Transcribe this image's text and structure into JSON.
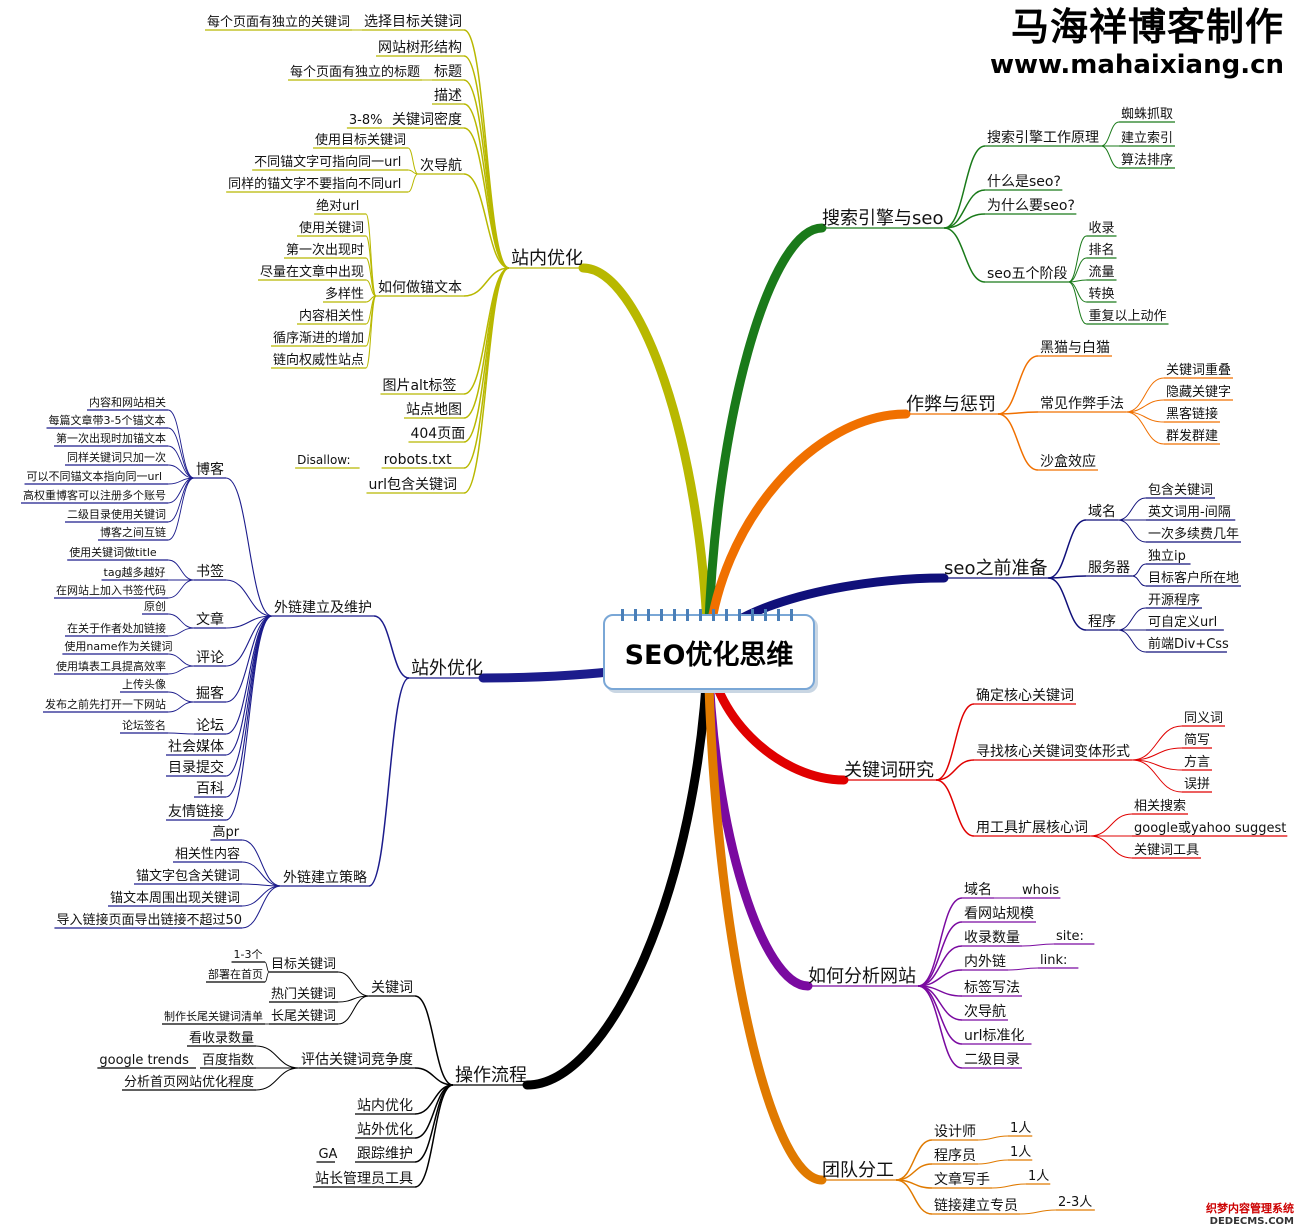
{
  "brand": {
    "title": "马海祥博客制作",
    "url": "www.mahaixiang.cn"
  },
  "center_title": "SEO优化思维",
  "watermark": {
    "cn": "织梦内容管理系统",
    "url": "DEDECMS.COM"
  },
  "colors": {
    "onpage": "#b8b800",
    "offpage": "#1c1c8c",
    "process": "#000000",
    "engine": "#1a7a1a",
    "cheat": "#f07000",
    "prep": "#10107a",
    "keyword": "#e00000",
    "analyze": "#7a0aa0",
    "team": "#e07a00"
  },
  "branches": {
    "onpage": {
      "label": "站内优化",
      "children": [
        {
          "label": "选择目标关键词",
          "children": [
            "每个页面有独立的关键词"
          ]
        },
        {
          "label": "网站树形结构"
        },
        {
          "label": "标题",
          "children": [
            "每个页面有独立的标题"
          ]
        },
        {
          "label": "描述"
        },
        {
          "label": "关键词密度",
          "children": [
            "3-8%"
          ]
        },
        {
          "label": "次导航",
          "children": [
            "使用目标关键词",
            "不同锚文字可指向同一url",
            "同样的锚文字不要指向不同url"
          ]
        },
        {
          "label": "如何做锚文本",
          "children": [
            "绝对url",
            "使用关键词",
            "第一次出现时",
            "尽量在文章中出现",
            "多样性",
            "内容相关性",
            "循序渐进的增加",
            "链向权威性站点"
          ]
        },
        {
          "label": "图片alt标签"
        },
        {
          "label": "站点地图"
        },
        {
          "label": "404页面"
        },
        {
          "label": "robots.txt",
          "children": [
            "Disallow:"
          ]
        },
        {
          "label": "url包含关键词"
        }
      ]
    },
    "offpage": {
      "label": "站外优化",
      "children": [
        {
          "label": "外链建立及维护",
          "children": [
            {
              "label": "博客",
              "children": [
                "内容和网站相关",
                "每篇文章带3-5个锚文本",
                "第一次出现时加锚文本",
                "同样关键词只加一次",
                "可以不同锚文本指向同一url",
                "高权重博客可以注册多个账号",
                "二级目录使用关键词",
                "博客之间互链"
              ]
            },
            {
              "label": "书签",
              "children": [
                "使用关键词做title",
                "tag越多越好",
                "在网站上加入书签代码"
              ]
            },
            {
              "label": "文章",
              "children": [
                "原创",
                "在关于作者处加链接"
              ]
            },
            {
              "label": "评论",
              "children": [
                "使用name作为关键词",
                "使用填表工具提高效率"
              ]
            },
            {
              "label": "掘客",
              "children": [
                "上传头像",
                "发布之前先打开一下网站"
              ]
            },
            {
              "label": "论坛",
              "children": [
                "论坛签名"
              ]
            },
            {
              "label": "社会媒体"
            },
            {
              "label": "目录提交"
            },
            {
              "label": "百科"
            },
            {
              "label": "友情链接"
            }
          ]
        },
        {
          "label": "外链建立策略",
          "children": [
            "高pr",
            "相关性内容",
            "锚文字包含关键词",
            "锚文本周围出现关键词",
            "导入链接页面导出链接不超过50"
          ]
        }
      ]
    },
    "process": {
      "label": "操作流程",
      "children": [
        {
          "label": "关键词",
          "children": [
            {
              "label": "目标关键词",
              "children": [
                "1-3个",
                "部署在首页"
              ]
            },
            {
              "label": "热门关键词"
            },
            {
              "label": "长尾关键词",
              "children": [
                "制作长尾关键词清单"
              ]
            }
          ]
        },
        {
          "label": "评估关键词竞争度",
          "children": [
            {
              "label": "看收录数量"
            },
            {
              "label": "百度指数",
              "children": [
                "google trends"
              ]
            },
            {
              "label": "分析首页网站优化程度"
            }
          ]
        },
        {
          "label": "站内优化"
        },
        {
          "label": "站外优化"
        },
        {
          "label": "跟踪维护",
          "children": [
            "GA"
          ]
        },
        {
          "label": "站长管理员工具"
        }
      ]
    },
    "engine": {
      "label": "搜索引擎与seo",
      "children": [
        {
          "label": "搜索引擎工作原理",
          "children": [
            "蜘蛛抓取",
            "建立索引",
            "算法排序"
          ]
        },
        {
          "label": "什么是seo?"
        },
        {
          "label": "为什么要seo?"
        },
        {
          "label": "seo五个阶段",
          "children": [
            "收录",
            "排名",
            "流量",
            "转换",
            "重复以上动作"
          ]
        }
      ]
    },
    "cheat": {
      "label": "作弊与惩罚",
      "children": [
        {
          "label": "黑猫与白猫"
        },
        {
          "label": "常见作弊手法",
          "children": [
            "关键词重叠",
            "隐藏关键字",
            "黑客链接",
            "群发群建"
          ]
        },
        {
          "label": "沙盒效应"
        }
      ]
    },
    "prep": {
      "label": "seo之前准备",
      "children": [
        {
          "label": "域名",
          "children": [
            "包含关键词",
            "英文词用-间隔",
            "一次多续费几年"
          ]
        },
        {
          "label": "服务器",
          "children": [
            "独立ip",
            "目标客户所在地"
          ]
        },
        {
          "label": "程序",
          "children": [
            "开源程序",
            "可自定义url",
            "前端Div+Css"
          ]
        }
      ]
    },
    "keyword": {
      "label": "关键词研究",
      "children": [
        {
          "label": "确定核心关键词"
        },
        {
          "label": "寻找核心关键词变体形式",
          "children": [
            "同义词",
            "简写",
            "方言",
            "误拼"
          ]
        },
        {
          "label": "用工具扩展核心词",
          "children": [
            "相关搜索",
            "google或yahoo suggest",
            "关键词工具"
          ]
        }
      ]
    },
    "analyze": {
      "label": "如何分析网站",
      "children": [
        {
          "label": "域名",
          "children": [
            "whois"
          ]
        },
        {
          "label": "看网站规模"
        },
        {
          "label": "收录数量",
          "children": [
            "site:"
          ]
        },
        {
          "label": "内外链",
          "children": [
            "link:"
          ]
        },
        {
          "label": "标签写法"
        },
        {
          "label": "次导航"
        },
        {
          "label": "url标准化"
        },
        {
          "label": "二级目录"
        }
      ]
    },
    "team": {
      "label": "团队分工",
      "children": [
        {
          "label": "设计师",
          "children": [
            "1人"
          ]
        },
        {
          "label": "程序员",
          "children": [
            "1人"
          ]
        },
        {
          "label": "文章写手",
          "children": [
            "1人"
          ]
        },
        {
          "label": "链接建立专员",
          "children": [
            "2-3人"
          ]
        }
      ]
    }
  }
}
